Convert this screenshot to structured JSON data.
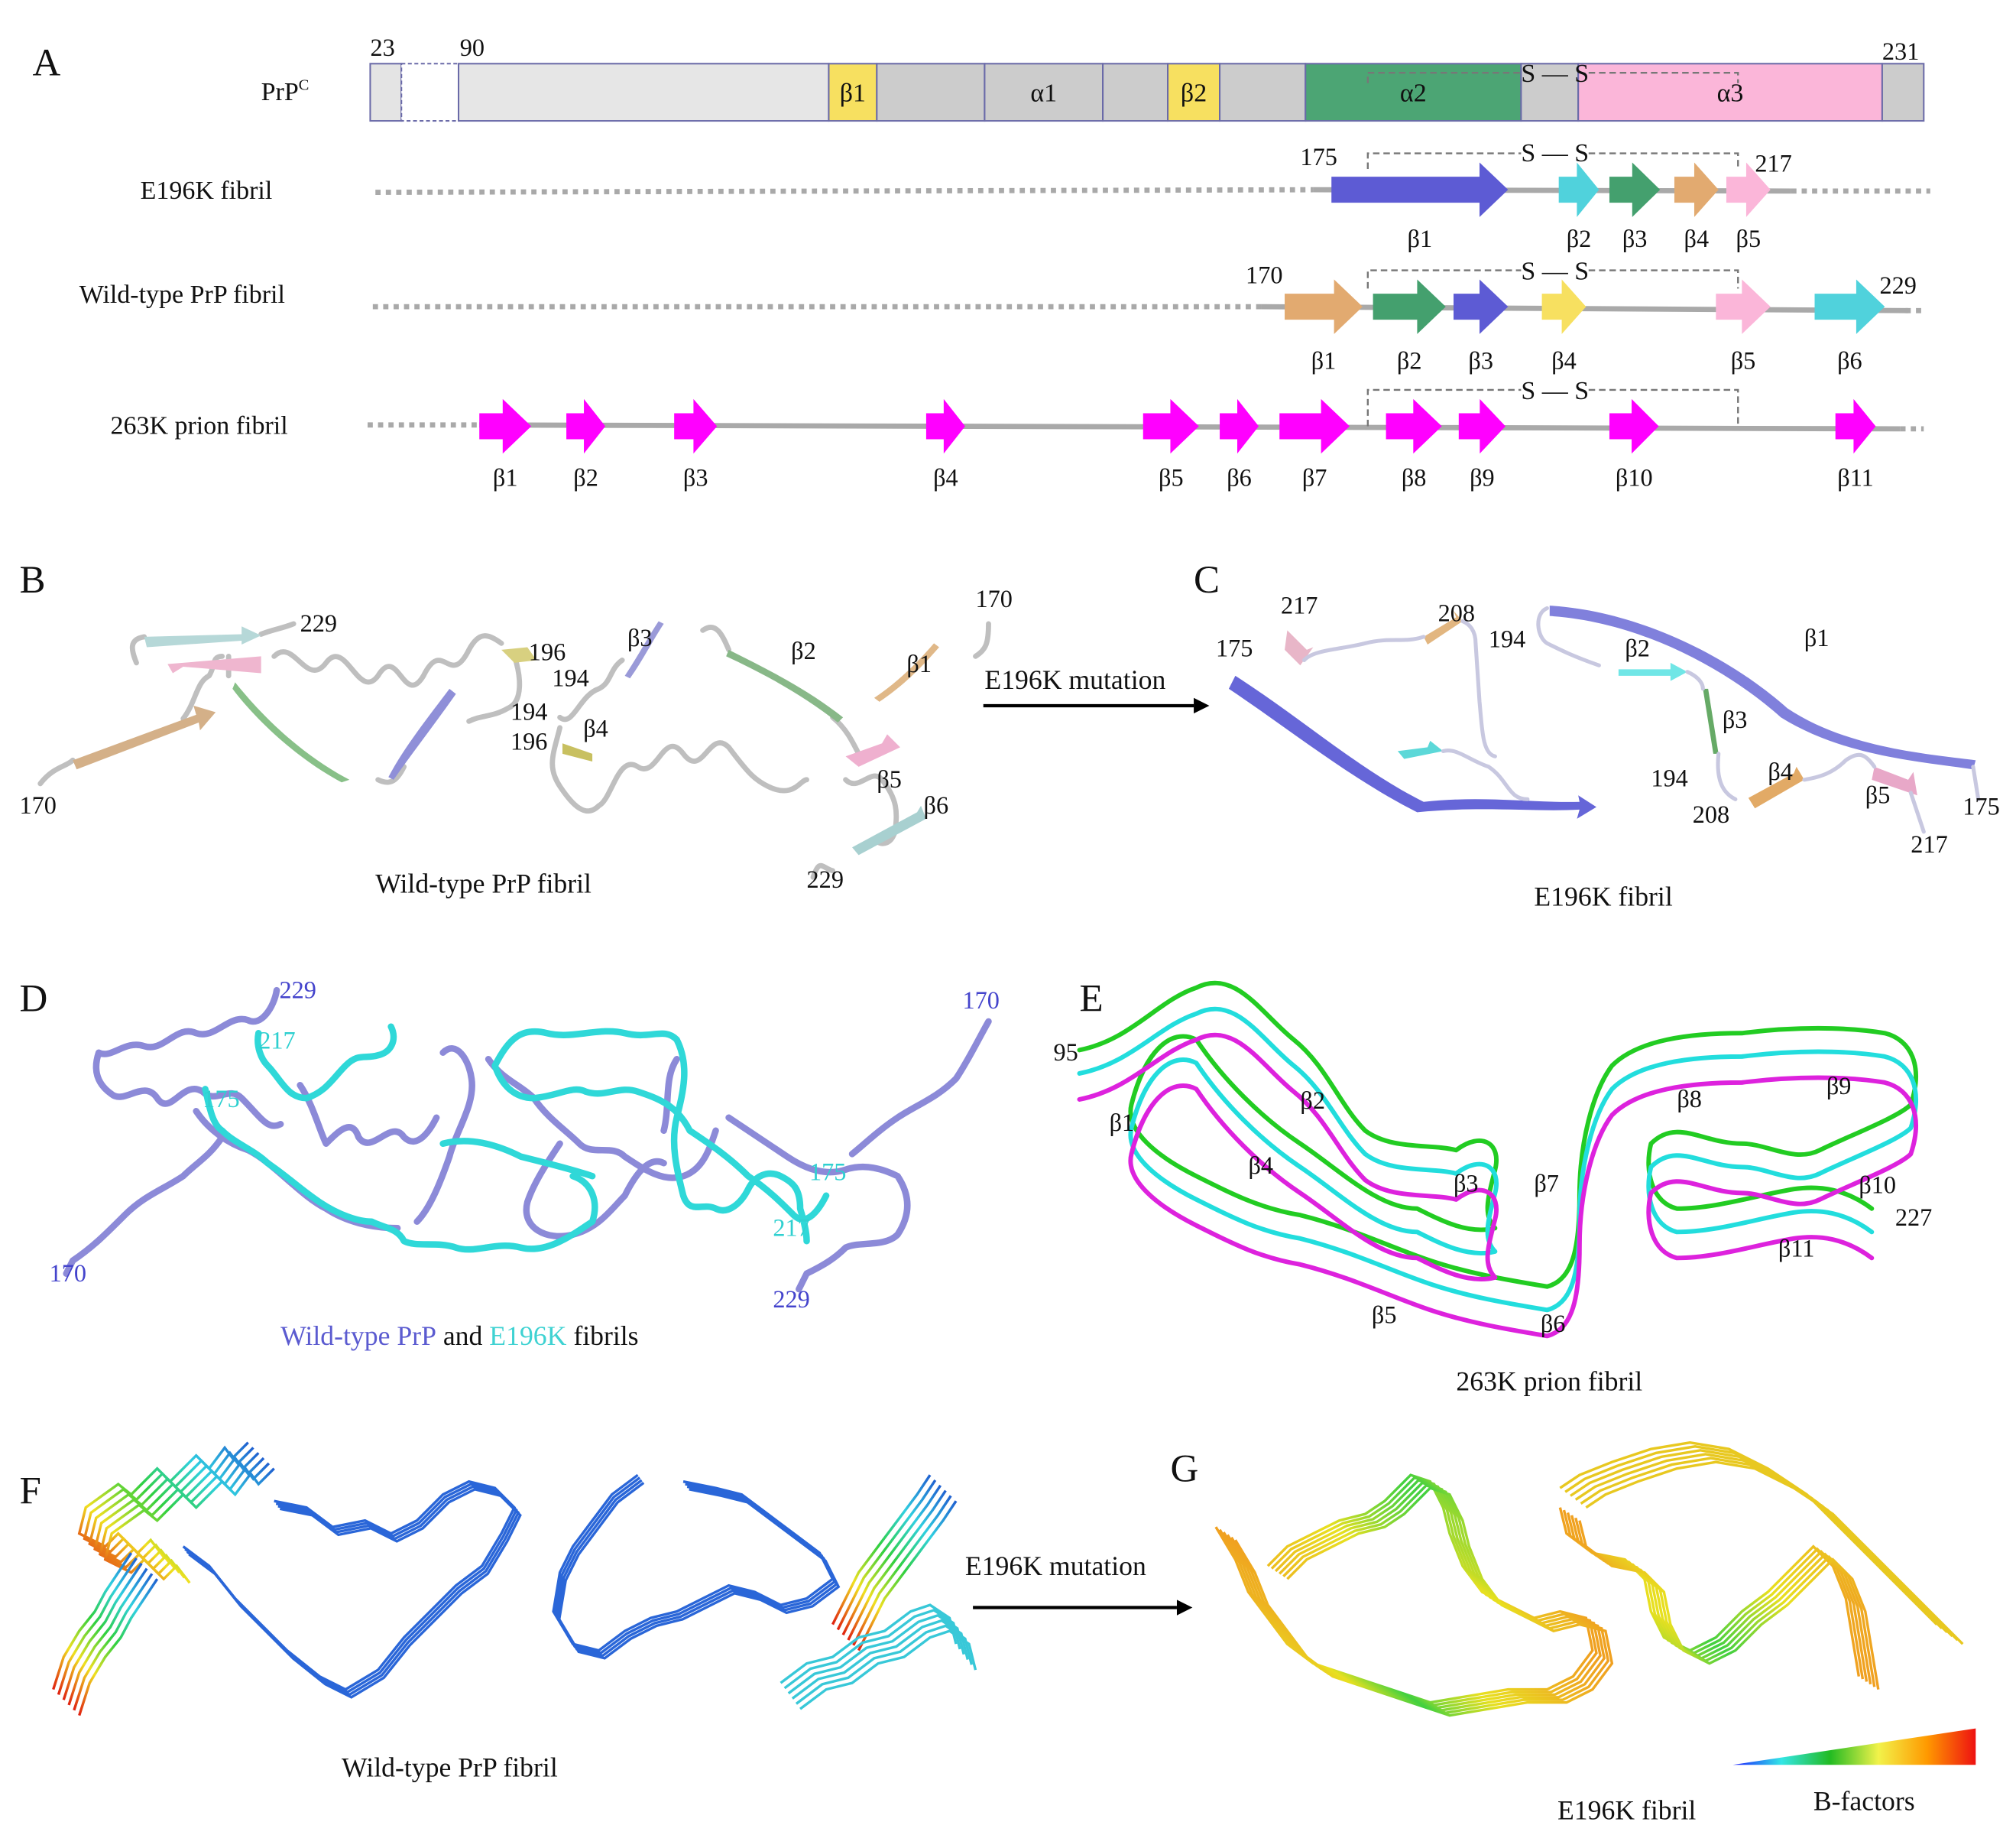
{
  "panels": {
    "A": "A",
    "B": "B",
    "C": "C",
    "D": "D",
    "E": "E",
    "F": "F",
    "G": "G"
  },
  "panelA": {
    "prpc": {
      "label_main": "PrP",
      "label_sup": "C",
      "start_label": "23",
      "n_label": "90",
      "end_label": "231",
      "segments": [
        {
          "name": "N-term",
          "label": "",
          "color": "#e4e4e4"
        },
        {
          "name": "deleted",
          "label": "",
          "color": "#ffffff"
        },
        {
          "name": "unstructured",
          "label": "",
          "color": "#e6e6e6"
        },
        {
          "name": "beta1",
          "label": "β1",
          "color": "#f7e060"
        },
        {
          "name": "loop1",
          "label": "",
          "color": "#cccccc"
        },
        {
          "name": "alpha1",
          "label": "α1",
          "color": "#cccccc"
        },
        {
          "name": "loop2",
          "label": "",
          "color": "#cccccc"
        },
        {
          "name": "beta2",
          "label": "β2",
          "color": "#f7e060"
        },
        {
          "name": "loop3",
          "label": "",
          "color": "#cccccc"
        },
        {
          "name": "alpha2",
          "label": "α2",
          "color": "#4ca574"
        },
        {
          "name": "loop4",
          "label": "",
          "color": "#cccccc"
        },
        {
          "name": "alpha3",
          "label": "α3",
          "color": "#fbb6d9"
        },
        {
          "name": "C-term",
          "label": "",
          "color": "#cccccc"
        }
      ],
      "disulfide": "S — S"
    },
    "e196k": {
      "label": "E196K fibril",
      "start_label": "175",
      "end_label": "217",
      "disulfide": "S — S",
      "strands": [
        {
          "label": "β1",
          "color": "#5d5bd4"
        },
        {
          "label": "β2",
          "color": "#50d2dc"
        },
        {
          "label": "β3",
          "color": "#44a06e"
        },
        {
          "label": "β4",
          "color": "#e2aa70"
        },
        {
          "label": "β5",
          "color": "#fbb6d9"
        }
      ]
    },
    "wt": {
      "label": "Wild-type PrP fibril",
      "start_label": "170",
      "end_label": "229",
      "disulfide": "S — S",
      "strands": [
        {
          "label": "β1",
          "color": "#e2aa70"
        },
        {
          "label": "β2",
          "color": "#44a06e"
        },
        {
          "label": "β3",
          "color": "#5d5bd4"
        },
        {
          "label": "β4",
          "color": "#f7e060"
        },
        {
          "label": "β5",
          "color": "#fbb6d9"
        },
        {
          "label": "β6",
          "color": "#50d2dc"
        }
      ]
    },
    "k263": {
      "label": "263K prion fibril",
      "disulfide": "S — S",
      "color": "#ff00ff",
      "strands": [
        "β1",
        "β2",
        "β3",
        "β4",
        "β5",
        "β6",
        "β7",
        "β8",
        "β9",
        "β10",
        "β11"
      ]
    }
  },
  "panelB": {
    "caption": "Wild-type PrP fibril",
    "labels": {
      "n1": "170",
      "c1": "229",
      "r196a": "196",
      "r194a": "194",
      "r194b": "194",
      "r196b": "196",
      "b3": "β3",
      "b2": "β2",
      "b1": "β1",
      "b4": "β4",
      "b5": "β5",
      "b6": "β6",
      "n2": "170",
      "c2": "229"
    }
  },
  "arrowBC": {
    "label": "E196K mutation"
  },
  "panelC": {
    "caption": "E196K fibril",
    "labels": {
      "n1": "175",
      "c1": "217",
      "r208a": "208",
      "r194a": "194",
      "b2": "β2",
      "b1": "β1",
      "b3": "β3",
      "r194b": "194",
      "b4": "β4",
      "b5": "β5",
      "r208b": "208",
      "n2": "175",
      "c2": "217"
    }
  },
  "panelD": {
    "caption_parts": [
      {
        "text": "Wild-type PrP",
        "color": "#5b5bd0"
      },
      {
        "text": " and ",
        "color": "#111111"
      },
      {
        "text": "E196K",
        "color": "#3fd2d2"
      },
      {
        "text": " fibrils",
        "color": "#111111"
      }
    ],
    "labels": {
      "wt_c1": "229",
      "wt_n2": "170",
      "mut_c1": "217",
      "mut_n1": "175",
      "mut_n2": "175",
      "mut_c2": "217",
      "wt_n1": "170",
      "wt_c2": "229"
    },
    "colors": {
      "wt": "#8c8ad8",
      "mut": "#2fd8d8"
    }
  },
  "panelE": {
    "caption": "263K prion fibril",
    "labels": {
      "n": "95",
      "c": "227",
      "strands": [
        "β1",
        "β2",
        "β3",
        "β4",
        "β5",
        "β6",
        "β7",
        "β8",
        "β9",
        "β10",
        "β11"
      ]
    },
    "colors": {
      "layer1": "#22cc22",
      "layer2": "#22dddd",
      "layer3": "#dd22dd"
    }
  },
  "panelF": {
    "caption": "Wild-type PrP fibril"
  },
  "arrowFG": {
    "label": "E196K mutation"
  },
  "panelG": {
    "caption": "E196K fibril"
  },
  "colorbar": {
    "label": "B-factors",
    "stops": [
      "#1a1aff",
      "#33e6e6",
      "#22bb22",
      "#f2f24a",
      "#ff9900",
      "#ee1111"
    ]
  }
}
